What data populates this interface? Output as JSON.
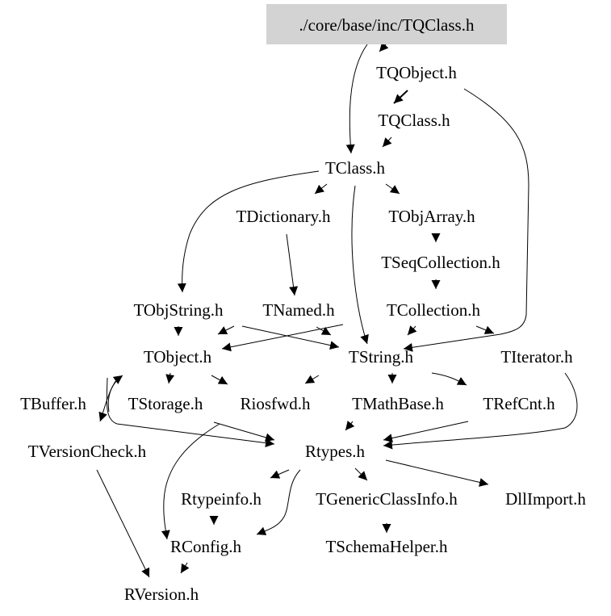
{
  "graph": {
    "root": "./core/base/inc/TQClass.h",
    "root_fill": "#d3d3d3",
    "nodes": {
      "TQObject": "TQObject.h",
      "TQClass": "TQClass.h",
      "TClass": "TClass.h",
      "TDictionary": "TDictionary.h",
      "TObjArray": "TObjArray.h",
      "TSeqCollection": "TSeqCollection.h",
      "TObjString": "TObjString.h",
      "TNamed": "TNamed.h",
      "TCollection": "TCollection.h",
      "TObject": "TObject.h",
      "TString": "TString.h",
      "TIterator": "TIterator.h",
      "TBuffer": "TBuffer.h",
      "TStorage": "TStorage.h",
      "Riosfwd": "Riosfwd.h",
      "TMathBase": "TMathBase.h",
      "TRefCnt": "TRefCnt.h",
      "TVersionCheck": "TVersionCheck.h",
      "Rtypes": "Rtypes.h",
      "Rtypeinfo": "Rtypeinfo.h",
      "TGenericClassInfo": "TGenericClassInfo.h",
      "DllImport": "DllImport.h",
      "RConfig": "RConfig.h",
      "TSchemaHelper": "TSchemaHelper.h",
      "RVersion": "RVersion.h"
    }
  }
}
